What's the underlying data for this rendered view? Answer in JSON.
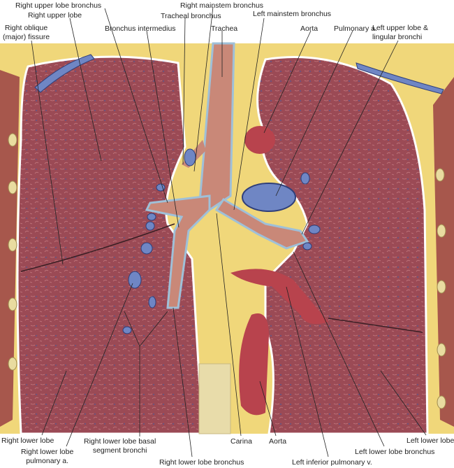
{
  "title": "Coronal section of the lungs at the carina",
  "labels": {
    "right_upper_lobe_bronchus": "Right upper lobe bronchus",
    "right_upper_lobe": "Right upper lobe",
    "right_oblique_fissure_1": "Right oblique",
    "right_oblique_fissure_2": "(major) fissure",
    "right_mainstem_bronchus": "Right mainstem bronchus",
    "tracheal_bronchus": "Tracheal bronchus",
    "bronchus_intermedius": "Bronchus intermedius",
    "trachea": "Trachea",
    "left_mainstem_bronchus": "Left mainstem bronchus",
    "aorta_top": "Aorta",
    "pulmonary_a": "Pulmonary a.",
    "left_upper_lobe_bronchi_1": "Left upper lobe &",
    "left_upper_lobe_bronchi_2": "lingular bronchi",
    "right_lower_lobe": "Right lower lobe",
    "right_lower_lobe_pa_1": "Right lower lobe",
    "right_lower_lobe_pa_2": "pulmonary a.",
    "basal_segment_bronchi_1": "Right lower lobe basal",
    "basal_segment_bronchi_2": "segment bronchi",
    "right_lower_lobe_bronchus": "Right lower lobe bronchus",
    "carina": "Carina",
    "aorta_bottom": "Aorta",
    "left_inferior_pulmonary_v": "Left inferior pulmonary v.",
    "left_lower_lobe_bronchus": "Left lower lobe bronchus",
    "left_lower_lobe": "Left lower lobe"
  },
  "colors": {
    "fat": "#f0d77a",
    "lung": "#9b4a55",
    "bronchus": "#c98878",
    "vessel_blue": "#6f86c4",
    "aorta": "#b8434d"
  }
}
